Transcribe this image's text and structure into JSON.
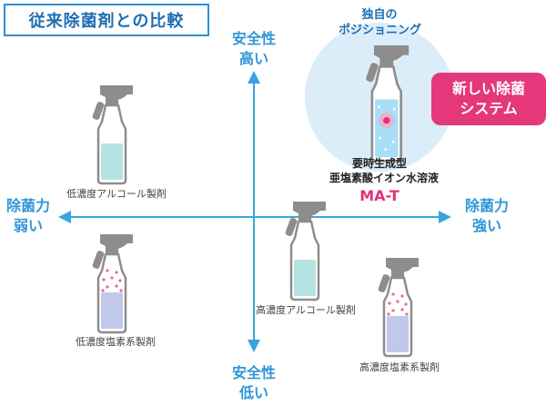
{
  "title": "従来除菌剤との比較",
  "axes": {
    "top_line1": "安全性",
    "top_line2": "高い",
    "bottom_line1": "安全性",
    "bottom_line2": "低い",
    "left_line1": "除菌力",
    "left_line2": "弱い",
    "right_line1": "除菌力",
    "right_line2": "強い"
  },
  "highlight": {
    "positioning_line1": "独自の",
    "positioning_line2": "ポジショニング",
    "description_line1": "要時生成型",
    "description_line2": "亜塩素酸イオン水溶液",
    "product_name": "MA-T",
    "badge_line1": "新しい除菌",
    "badge_line2": "システム"
  },
  "products": [
    {
      "label": "低濃度アルコール製剤"
    },
    {
      "label": "低濃度塩素系製剤"
    },
    {
      "label": "高濃度アルコール製剤"
    },
    {
      "label": "高濃度塩素系製剤"
    }
  ],
  "colors": {
    "axis": "#3aa3df",
    "title_border": "#2f8fd0",
    "highlight_circle": "#dcedfa",
    "badge": "#e4387a",
    "bottle_gray": "#8d8d8d",
    "alcohol_liquid": "#b5e3e1",
    "chlorine_liquid": "#c2c8ea",
    "mat_liquid": "#a9def7",
    "mist_dots": "#e86a92"
  }
}
